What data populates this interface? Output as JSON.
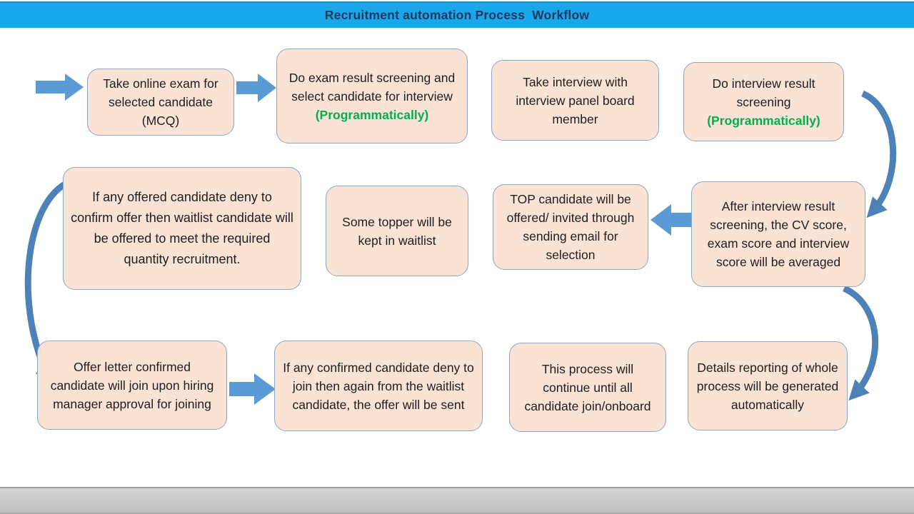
{
  "title": "Recruitment automation Process  Workflow",
  "colors": {
    "title_bar": "#18a8e9",
    "title_text": "#1f3864",
    "node_fill": "#fae3d5",
    "node_border": "#8ba6c7",
    "node_text": "#202020",
    "highlight_green": "#00b050",
    "arrow_blue": "#5b9bd5",
    "curve_blue": "#4d82b8",
    "bottom_bar_gray": "#c6c6c6"
  },
  "nodes": [
    {
      "id": "take-online-exam",
      "text": "Take online exam for selected candidate (MCQ)"
    },
    {
      "id": "exam-result-screening",
      "text": "Do exam result screening and select candidate for interview",
      "highlight": "(Programmatically)"
    },
    {
      "id": "take-interview",
      "text": "Take interview with interview panel board member"
    },
    {
      "id": "interview-result-screening",
      "text": "Do interview result screening",
      "highlight": "(Programmatically)"
    },
    {
      "id": "offered-candidate-deny",
      "text": "If  any offered candidate deny to confirm offer then waitlist candidate will be offered to meet the required quantity recruitment."
    },
    {
      "id": "topper-waitlist",
      "text": "Some topper will be kept in waitlist"
    },
    {
      "id": "top-candidate-offered",
      "text": "TOP candidate will be offered/ invited through sending email for selection"
    },
    {
      "id": "scores-averaged",
      "text": "After interview result screening, the CV score, exam score and interview score will be averaged"
    },
    {
      "id": "offer-letter-confirmed",
      "text": "Offer letter confirmed candidate will join upon hiring manager approval for joining"
    },
    {
      "id": "confirmed-deny-join",
      "text": "If any confirmed candidate deny to join then again from the waitlist candidate, the offer will be sent"
    },
    {
      "id": "process-continue",
      "text": "This process will continue until all candidate join/onboard"
    },
    {
      "id": "details-reporting",
      "text": "Details reporting of whole process will be generated automatically"
    }
  ],
  "connectors": [
    {
      "name": "start-arrow-icon",
      "type": "block-arrow-right"
    },
    {
      "name": "exam-to-screening-arrow-icon",
      "type": "block-arrow-right"
    },
    {
      "name": "averaged-to-offered-arrow-icon",
      "type": "block-arrow-left"
    },
    {
      "name": "offer-to-waitlist-arrow-icon",
      "type": "block-arrow-right"
    },
    {
      "name": "row1-to-row2-curved-arrow-icon",
      "type": "curved-arrow-down"
    },
    {
      "name": "row2-to-row3-left-curved-arrow-icon",
      "type": "curved-arrow-down"
    },
    {
      "name": "row2-to-row3-right-curved-arrow-icon",
      "type": "curved-arrow-down"
    }
  ]
}
